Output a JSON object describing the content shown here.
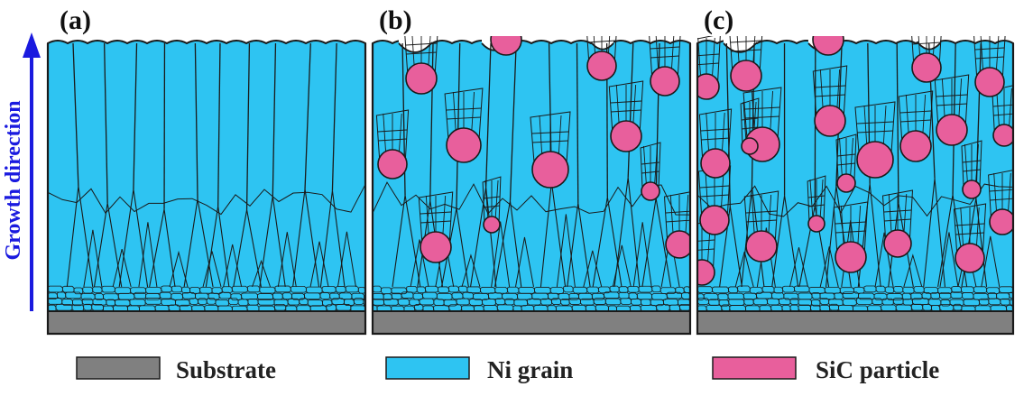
{
  "panels": [
    {
      "label": "(a)"
    },
    {
      "label": "(b)"
    },
    {
      "label": "(c)"
    }
  ],
  "axis": {
    "label": "Growth direction"
  },
  "legend": [
    {
      "label": "Substrate",
      "color": "#808080"
    },
    {
      "label": "Ni grain",
      "color": "#2ec4f2"
    },
    {
      "label": "SiC particle",
      "color": "#e85f9c"
    }
  ],
  "colors": {
    "ni_grain": "#2ec4f2",
    "substrate": "#808080",
    "sic_particle": "#e85f9c",
    "outline": "#1a1a1a",
    "arrow": "#1a1adf"
  }
}
